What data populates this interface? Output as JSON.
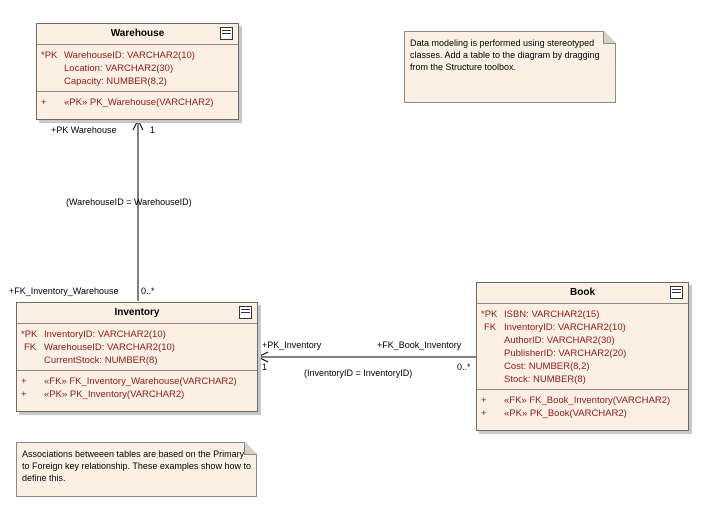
{
  "warehouse": {
    "title": "Warehouse",
    "attributes": [
      {
        "key": "*PK",
        "text": "WarehouseID:  VARCHAR2(10)"
      },
      {
        "key": "",
        "text": "Location:  VARCHAR2(30)"
      },
      {
        "key": "",
        "text": "Capacity:  NUMBER(8,2)"
      }
    ],
    "operations": [
      {
        "vis": "+",
        "text": "«PK» PK_Warehouse(VARCHAR2)"
      }
    ]
  },
  "inventory": {
    "title": "Inventory",
    "attributes": [
      {
        "key": "*PK",
        "text": "InventoryID:  VARCHAR2(10)"
      },
      {
        "key": "FK",
        "text": "WarehouseID:  VARCHAR2(10)"
      },
      {
        "key": "",
        "text": "CurrentStock:  NUMBER(8)"
      }
    ],
    "operations": [
      {
        "vis": "+",
        "text": "«FK» FK_Inventory_Warehouse(VARCHAR2)"
      },
      {
        "vis": "+",
        "text": "«PK» PK_Inventory(VARCHAR2)"
      }
    ]
  },
  "book": {
    "title": "Book",
    "attributes": [
      {
        "key": "*PK",
        "text": "ISBN:  VARCHAR2(15)"
      },
      {
        "key": "FK",
        "text": "InventoryID:  VARCHAR2(10)"
      },
      {
        "key": "",
        "text": "AuthorID:  VARCHAR2(30)"
      },
      {
        "key": "",
        "text": "PublisherID:  VARCHAR2(20)"
      },
      {
        "key": "",
        "text": "Cost:  NUMBER(8,2)"
      },
      {
        "key": "",
        "text": "Stock:  NUMBER(8)"
      }
    ],
    "operations": [
      {
        "vis": "+",
        "text": "«FK» FK_Book_Inventory(VARCHAR2)"
      },
      {
        "vis": "+",
        "text": "«PK» PK_Book(VARCHAR2)"
      }
    ]
  },
  "notes": {
    "top": "Data modeling is performed using stereotyped classes. Add a table to the diagram by dragging from the Structure toolbox.",
    "bottom": "Associations betweeen tables are based on the Primary to Foreign key relationship. These examples show how to define this."
  },
  "connectors": {
    "wh_inv": {
      "source_role": "+PK  Warehouse",
      "source_mult": "1",
      "condition": "(WarehouseID = WarehouseID)",
      "target_role": "+FK_Inventory_Warehouse",
      "target_mult": "0..*"
    },
    "inv_book": {
      "source_role": "+PK_Inventory",
      "source_mult": "1",
      "condition": "(InventoryID = InventoryID)",
      "target_role": "+FK_Book_Inventory",
      "target_mult": "0..*"
    }
  }
}
